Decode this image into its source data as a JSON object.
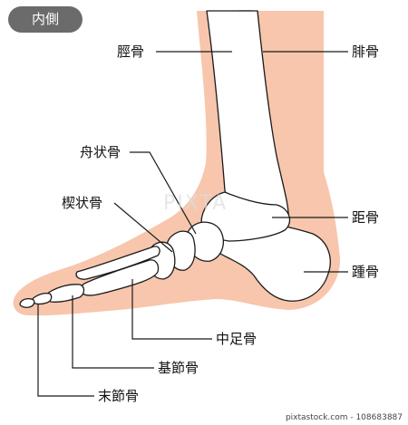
{
  "badge": "内側",
  "labels": {
    "tibia": "脛骨",
    "fibula": "腓骨",
    "navicular": "舟状骨",
    "cuneiform": "楔状骨",
    "talus": "距骨",
    "calcaneus": "踵骨",
    "metatarsal": "中足骨",
    "proximal_phalanx": "基節骨",
    "distal_phalanx": "末節骨"
  },
  "watermark": "PIXTA",
  "credit": "pixtastock.com - 108683887",
  "colors": {
    "skin": "#f7c6ac",
    "bone_fill": "#ffffff",
    "bone_outline": "#1a1a1a",
    "badge_bg": "#6b6b6b"
  }
}
